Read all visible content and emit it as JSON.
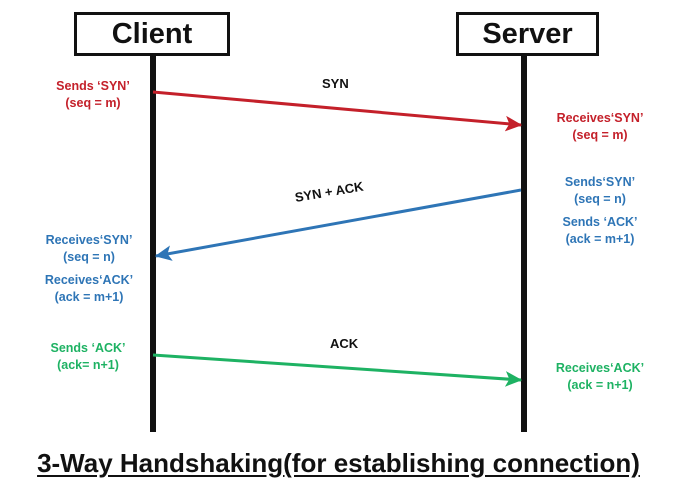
{
  "diagram": {
    "title": "3-Way Handshaking(for establishing connection)",
    "nodes": {
      "client": "Client",
      "server": "Server"
    },
    "colors": {
      "red": "#c4202a",
      "blue": "#2e75b6",
      "green": "#1eb263",
      "black": "#111111"
    },
    "messages": [
      {
        "name": "syn",
        "caption": "SYN",
        "color": "#c4202a",
        "direction": "client-to-server"
      },
      {
        "name": "syn-ack",
        "caption": "SYN + ACK",
        "color": "#2e75b6",
        "direction": "server-to-client"
      },
      {
        "name": "ack",
        "caption": "ACK",
        "color": "#1eb263",
        "direction": "client-to-server"
      }
    ],
    "notes": {
      "client_sends_syn": {
        "line1": "Sends ‘SYN’",
        "line2": "(seq = m)"
      },
      "server_receives_syn": {
        "line1": "Receives‘SYN’",
        "line2": "(seq = m)"
      },
      "server_sends_syn_ack": {
        "line1": "Sends‘SYN’",
        "line2": "(seq = n)",
        "line3": "Sends ‘ACK’",
        "line4": "(ack = m+1)"
      },
      "client_receives_syn_ack": {
        "line1": "Receives‘SYN’",
        "line2": "(seq = n)",
        "line3": "Receives‘ACK’",
        "line4": "(ack = m+1)"
      },
      "client_sends_ack": {
        "line1": "Sends ‘ACK’",
        "line2": "(ack= n+1)"
      },
      "server_receives_ack": {
        "line1": "Receives‘ACK’",
        "line2": "(ack = n+1)"
      }
    }
  }
}
